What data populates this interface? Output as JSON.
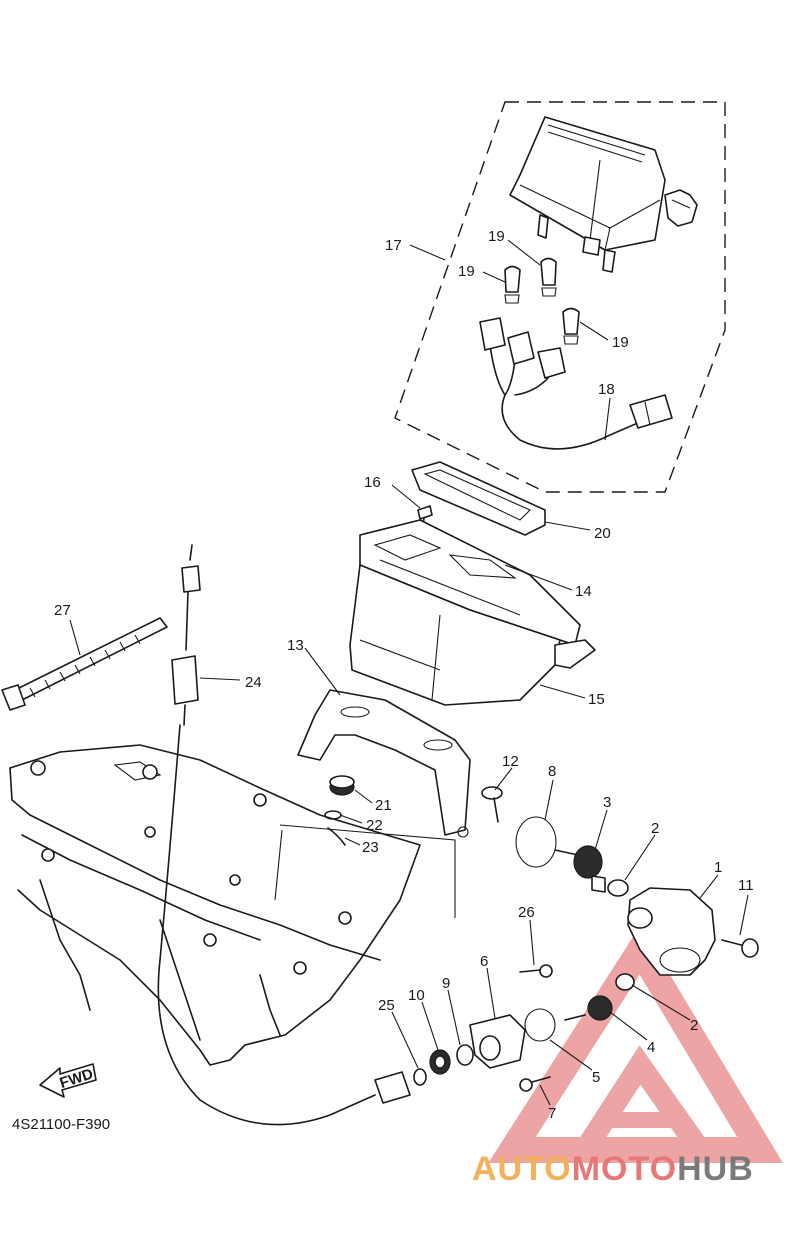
{
  "diagram": {
    "code": "4S21100-F390",
    "fwd_label": "FWD",
    "callouts": {
      "c1": "1",
      "c2a": "2",
      "c2b": "2",
      "c3": "3",
      "c4": "4",
      "c5": "5",
      "c6": "6",
      "c7": "7",
      "c8": "8",
      "c9": "9",
      "c10": "10",
      "c11": "11",
      "c12": "12",
      "c13": "13",
      "c14": "14",
      "c15": "15",
      "c16": "16",
      "c17": "17",
      "c18": "18",
      "c19a": "19",
      "c19b": "19",
      "c19c": "19",
      "c20": "20",
      "c21": "21",
      "c22": "22",
      "c23": "23",
      "c24": "24",
      "c25": "25",
      "c26": "26",
      "c27": "27"
    }
  },
  "watermark": {
    "part1": "AUTO",
    "part2": "MOTO",
    "part3": "HUB",
    "color_auto": "#f3b15a",
    "color_moto": "#e87878",
    "color_hub": "#7a7a7a"
  }
}
